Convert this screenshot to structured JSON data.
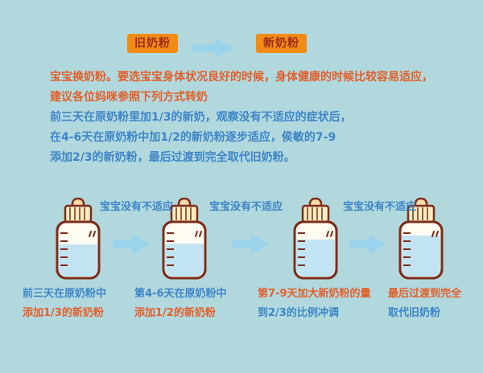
{
  "colors": {
    "background": "#b1d8dd",
    "orange_text": "#e25f2b",
    "blue_text": "#3d85c8",
    "label_bg": "#f08c15",
    "label_text": "#9e2b18",
    "arrow_blue": "#9cd3ec",
    "bottle_outline": "#7c2d1c",
    "bottle_liquid": "#c2e4f2",
    "bottle_cap": "#f8ecc0"
  },
  "header": {
    "old": "旧奶粉",
    "new": "新奶粉"
  },
  "intro": [
    "宝宝换奶粉。要选宝宝身体状况良好的时候，身体健康的时候比较容易适应，",
    "建议各位妈咪参照下列方式转奶",
    "前三天在原奶粉里加1/3的新奶，观察没有不适应的症状后，",
    "在4-6天在原奶粉中加1/2的新奶粉逐步适应，侯敏的7-9",
    "添加2/3的新奶粉，最后过渡到完全取代旧奶粉。"
  ],
  "ok_label": "宝宝没有不适应",
  "captions": [
    {
      "line1": "前三天在原奶粉中",
      "line2": "添加1/3的新奶粉"
    },
    {
      "line1": "第4-6天在原奶粉中",
      "line2": "添加1/2的新奶粉"
    },
    {
      "line1": "第7-9天加大新奶粉的量",
      "line2": "到2/3的比例冲调"
    },
    {
      "line1": "最后过渡到完全",
      "line2": "取代旧奶粉"
    }
  ]
}
